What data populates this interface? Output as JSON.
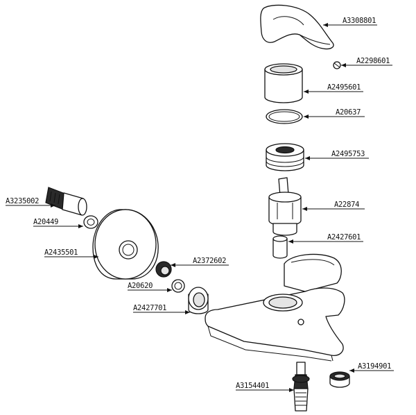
{
  "parts": [
    {
      "id": "handle",
      "code": "A3308801"
    },
    {
      "id": "screw",
      "code": "A2298601"
    },
    {
      "id": "cap",
      "code": "A2495601"
    },
    {
      "id": "o-ring-top",
      "code": "A20637"
    },
    {
      "id": "nut",
      "code": "A2495753"
    },
    {
      "id": "cartridge",
      "code": "A22874"
    },
    {
      "id": "sleeve",
      "code": "A2427601"
    },
    {
      "id": "diverter",
      "code": "A3235002"
    },
    {
      "id": "washer-left",
      "code": "A20449"
    },
    {
      "id": "escutcheon",
      "code": "A2435501"
    },
    {
      "id": "connector",
      "code": "A2372602"
    },
    {
      "id": "washer-small",
      "code": "A20620"
    },
    {
      "id": "ring-nut",
      "code": "A2427701"
    },
    {
      "id": "aerator",
      "code": "A3194901"
    },
    {
      "id": "valve-stem",
      "code": "A3154401"
    }
  ]
}
